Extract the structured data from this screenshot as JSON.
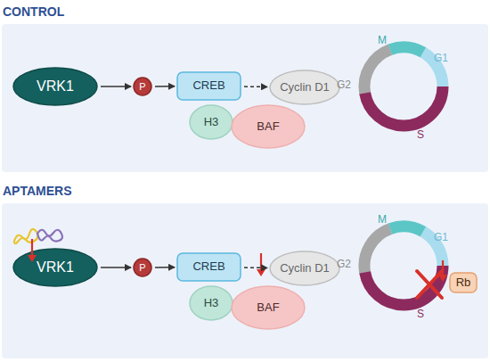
{
  "diagram": {
    "nodes": [
      {
        "text": [
          "CONTROL"
        ]
      },
      {
        "text": [
          "VRK1"
        ],
        "in": 0
      },
      {
        "text": [
          "P"
        ],
        "in": 0
      },
      {
        "text": [
          "CREB"
        ],
        "in": 0
      },
      {
        "text": [
          "Cyclin D1"
        ],
        "in": 0
      },
      {
        "text": [
          "H3"
        ],
        "in": 0
      },
      {
        "text": [
          "BAF"
        ],
        "in": 0
      },
      {
        "text": [
          "APTAMERS"
        ]
      },
      {
        "text": [
          "VRK1"
        ],
        "in": 7
      },
      {
        "text": [
          "P"
        ],
        "in": 7
      },
      {
        "text": [
          "CREB"
        ],
        "in": 7
      },
      {
        "text": [
          "Cyclin D1"
        ],
        "in": 7
      },
      {
        "text": [
          "H3"
        ],
        "in": 7
      },
      {
        "text": [
          "BAF"
        ],
        "in": 7
      },
      {
        "text": [
          "Rb"
        ],
        "in": 7
      }
    ],
    "edges": [
      {
        "from": 1,
        "to": 2,
        "arrow": "to"
      },
      {
        "from": 2,
        "to": 3,
        "arrow": "to"
      },
      {
        "from": 3,
        "to": 4,
        "arrow": "to"
      },
      {
        "from": 8,
        "to": 9,
        "arrow": "to"
      },
      {
        "from": 9,
        "to": 10,
        "arrow": "to"
      },
      {
        "from": 10,
        "to": 11,
        "arrow": "to"
      }
    ],
    "labels": [
      "M",
      "G1",
      "S",
      "G2",
      "M",
      "G1",
      "S",
      "G2"
    ]
  }
}
